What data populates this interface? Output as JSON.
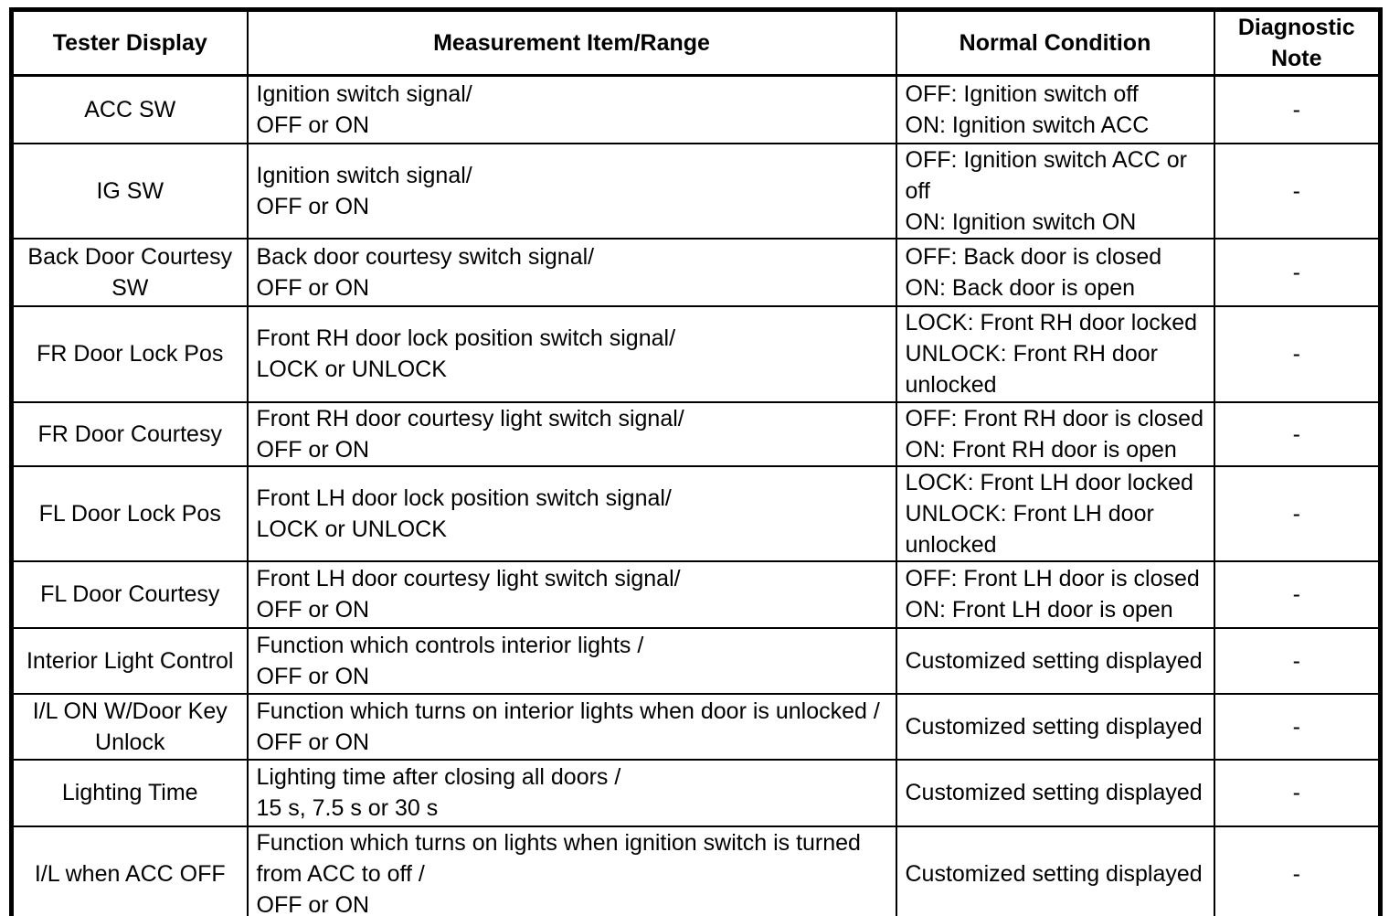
{
  "page": {
    "background_color": "#ffffff",
    "border_color": "#000000",
    "text_color": "#000000"
  },
  "table": {
    "columns": [
      "Tester Display",
      "Measurement Item/Range",
      "Normal Condition",
      "Diagnostic\nNote"
    ],
    "rows": [
      {
        "tester_display": "ACC SW",
        "measurement": "Ignition switch signal/\nOFF or ON",
        "normal_condition": "OFF: Ignition switch off\nON: Ignition switch ACC",
        "diagnostic_note": "-"
      },
      {
        "tester_display": "IG SW",
        "measurement": "Ignition switch signal/\nOFF or ON",
        "normal_condition": "OFF: Ignition switch ACC or\noff\nON: Ignition switch ON",
        "diagnostic_note": "-"
      },
      {
        "tester_display": "Back Door Courtesy\nSW",
        "measurement": "Back door courtesy switch signal/\nOFF or ON",
        "normal_condition": "OFF: Back door is closed\nON: Back door is open",
        "diagnostic_note": "-"
      },
      {
        "tester_display": "FR Door Lock Pos",
        "measurement": "Front RH door lock position switch signal/\nLOCK or UNLOCK",
        "normal_condition": "LOCK: Front RH door locked\nUNLOCK: Front RH door\nunlocked",
        "diagnostic_note": "-"
      },
      {
        "tester_display": "FR Door Courtesy",
        "measurement": "Front RH door courtesy light switch signal/\nOFF or ON",
        "normal_condition": "OFF: Front RH door is closed\nON: Front RH door is open",
        "diagnostic_note": "-"
      },
      {
        "tester_display": "FL Door Lock Pos",
        "measurement": "Front LH door lock position switch signal/\nLOCK or UNLOCK",
        "normal_condition": "LOCK: Front LH door locked\nUNLOCK: Front LH door\nunlocked",
        "diagnostic_note": "-"
      },
      {
        "tester_display": "FL Door Courtesy",
        "measurement": "Front LH door courtesy light switch signal/\nOFF or ON",
        "normal_condition": "OFF: Front LH door is closed\nON: Front LH door is open",
        "diagnostic_note": "-"
      },
      {
        "tester_display": "Interior Light Control",
        "measurement": "Function which controls interior lights /\nOFF or ON",
        "normal_condition": "Customized setting displayed",
        "diagnostic_note": "-"
      },
      {
        "tester_display": "I/L ON W/Door Key\nUnlock",
        "measurement": "Function which turns on interior lights when door is unlocked /\nOFF or ON",
        "normal_condition": "Customized setting displayed",
        "diagnostic_note": "-"
      },
      {
        "tester_display": "Lighting Time",
        "measurement": "Lighting time after closing all doors /\n15 s, 7.5 s or 30 s",
        "normal_condition": "Customized setting displayed",
        "diagnostic_note": "-"
      },
      {
        "tester_display": "I/L when ACC OFF",
        "measurement": "Function which turns on lights when ignition switch is turned\nfrom ACC to off /\nOFF or ON",
        "normal_condition": "Customized setting displayed",
        "diagnostic_note": "-"
      }
    ]
  }
}
